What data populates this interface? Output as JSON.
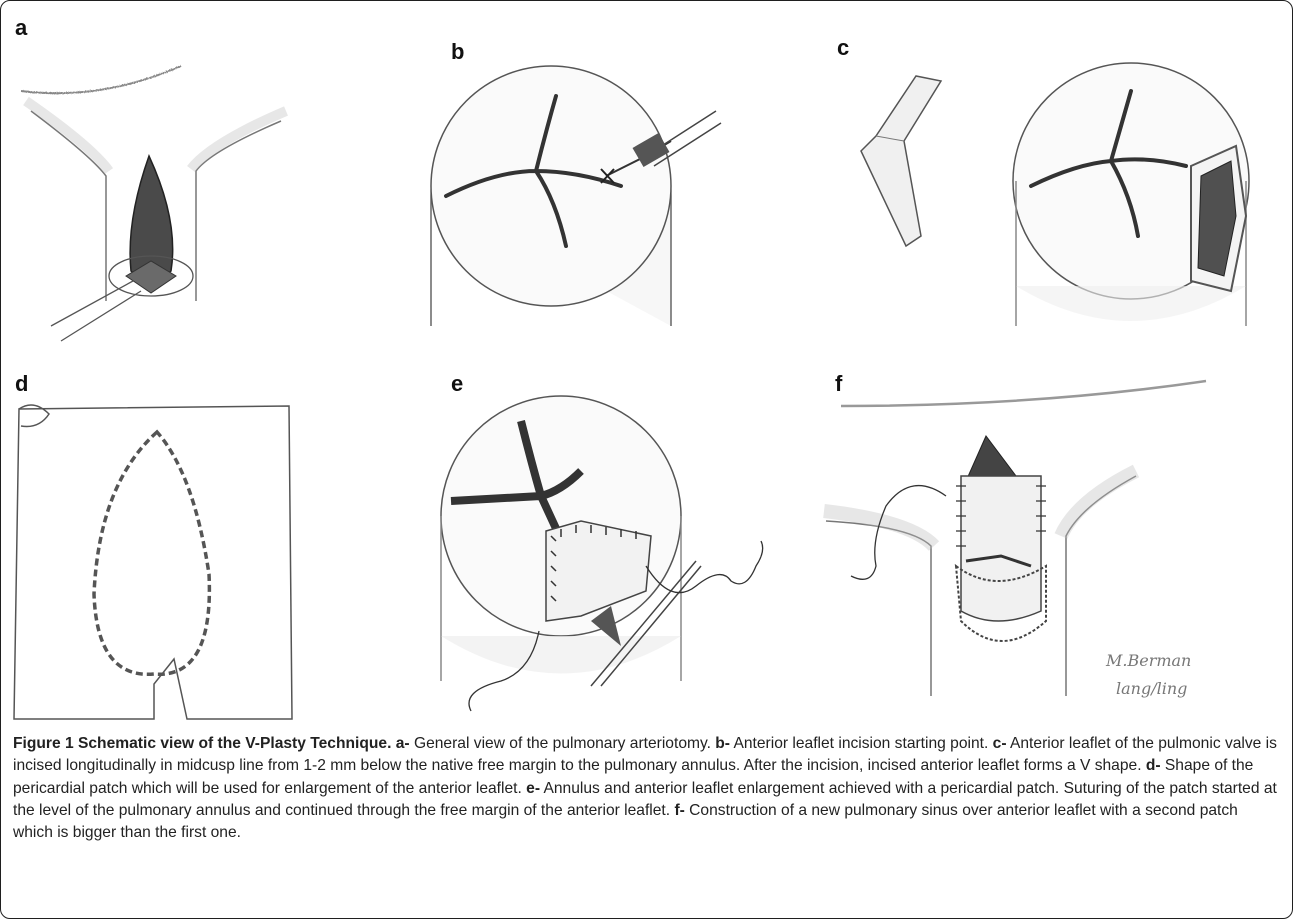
{
  "figure": {
    "panels": [
      {
        "letter": "a",
        "depicts": "pulmonary-arteriotomy"
      },
      {
        "letter": "b",
        "depicts": "anterior-leaflet-incision-start"
      },
      {
        "letter": "c",
        "depicts": "incised-anterior-leaflet-v-shape"
      },
      {
        "letter": "d",
        "depicts": "pericardial-patch-shape"
      },
      {
        "letter": "e",
        "depicts": "annulus-leaflet-enlargement-with-patch"
      },
      {
        "letter": "f",
        "depicts": "new-pulmonary-sinus-second-patch"
      }
    ],
    "signature": "M.Berman lang/ling",
    "colors": {
      "pencil": "#3a3a3a",
      "shade": "#9a9a9a",
      "dark_fill": "#4a4a4a",
      "border": "#1f1f1f"
    }
  },
  "caption": {
    "title": "Figure 1 Schematic view of the V-Plasty Technique.",
    "segments": [
      {
        "label": "a-",
        "text": " General view of the pulmonary arteriotomy. "
      },
      {
        "label": "b-",
        "text": " Anterior leaflet incision starting point. "
      },
      {
        "label": "c-",
        "text": " Anterior leaflet of the pulmonic valve is incised longitudinally in midcusp line from 1-2 mm below the native free margin to the pulmonary annulus. After the incision, incised anterior leaflet forms a V shape. "
      },
      {
        "label": "d-",
        "text": " Shape of the pericardial patch which will be used for enlargement of the anterior leaflet. "
      },
      {
        "label": "e-",
        "text": " Annulus and anterior leaflet enlargement achieved with a pericardial patch. Suturing of the patch started at the level of the pulmonary annulus and continued through the free margin of the anterior leaflet. "
      },
      {
        "label": "f-",
        "text": " Construction of a new pulmonary sinus over anterior leaflet with a second patch which is bigger than the first one."
      }
    ]
  }
}
